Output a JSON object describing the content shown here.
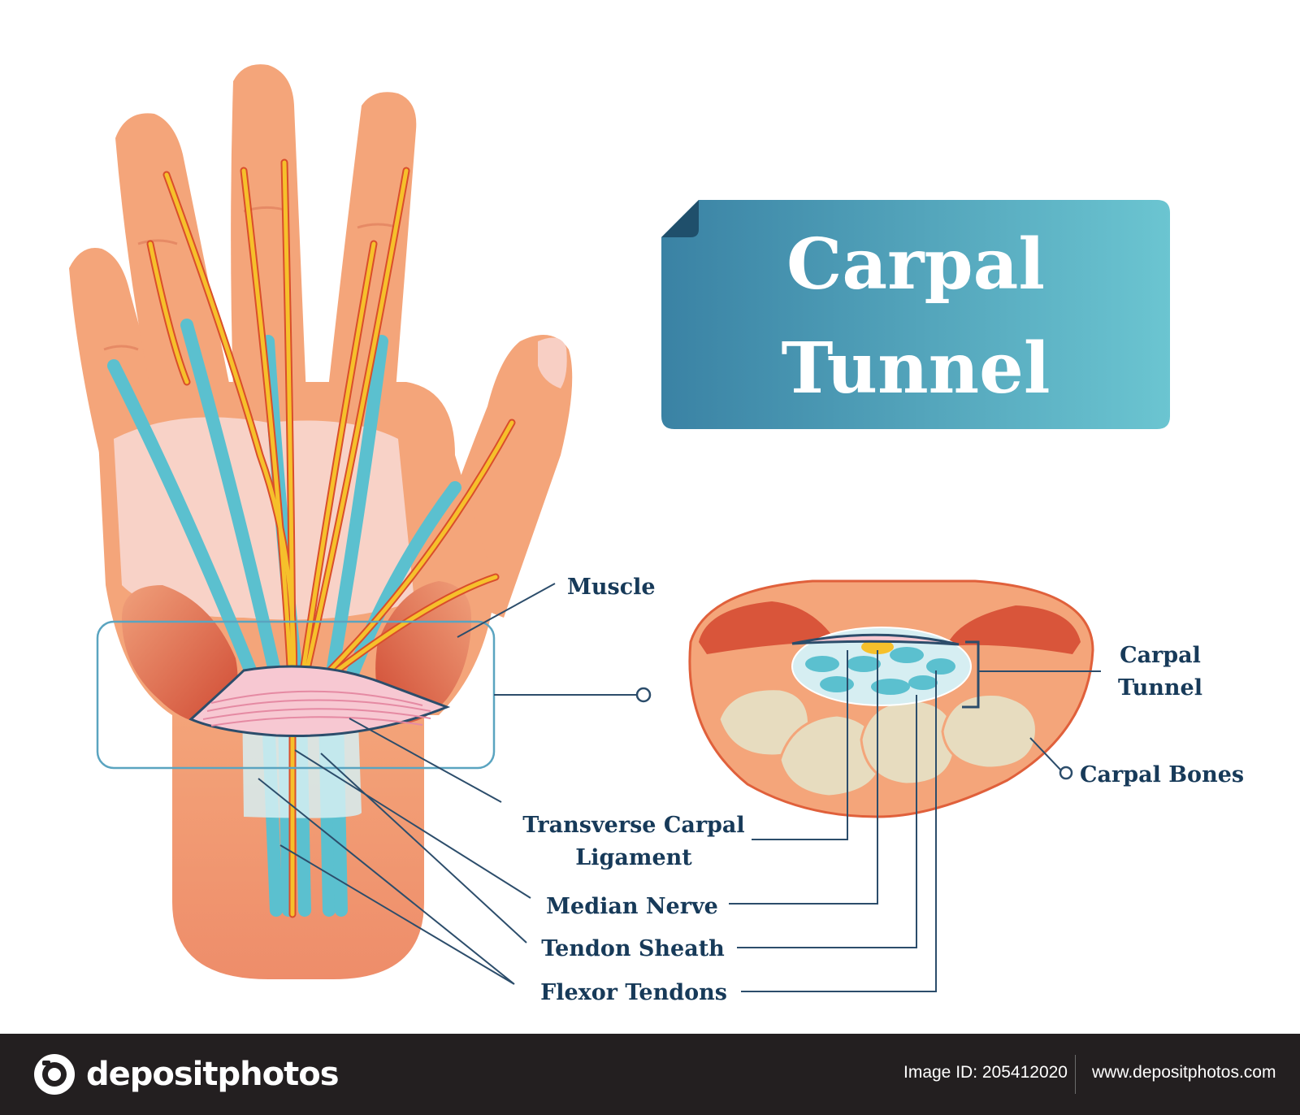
{
  "title": {
    "line1": "Carpal",
    "line2": "Tunnel"
  },
  "labels": {
    "muscle": "Muscle",
    "ligament_line1": "Transverse Carpal",
    "ligament_line2": "Ligament",
    "median_nerve": "Median Nerve",
    "tendon_sheath": "Tendon Sheath",
    "flexor_tendons": "Flexor Tendons",
    "carpal_tunnel_line1": "Carpal",
    "carpal_tunnel_line2": "Tunnel",
    "carpal_bones": "Carpal Bones"
  },
  "footer": {
    "brand": "depositphotos",
    "image_id": "Image ID: 205412020",
    "url": "www.depositphotos.com"
  },
  "colors": {
    "skin": "#f4a57a",
    "skin_dark": "#e9835f",
    "muscle": "#d9553a",
    "tendon": "#5bc0cf",
    "nerve": "#f6c02b",
    "ligament": "#f7c8d2",
    "bone": "#e7dcbf",
    "label": "#173a59",
    "banner_start": "#3d86a6",
    "banner_end": "#68c3cf",
    "footer_bg": "#231f20"
  }
}
